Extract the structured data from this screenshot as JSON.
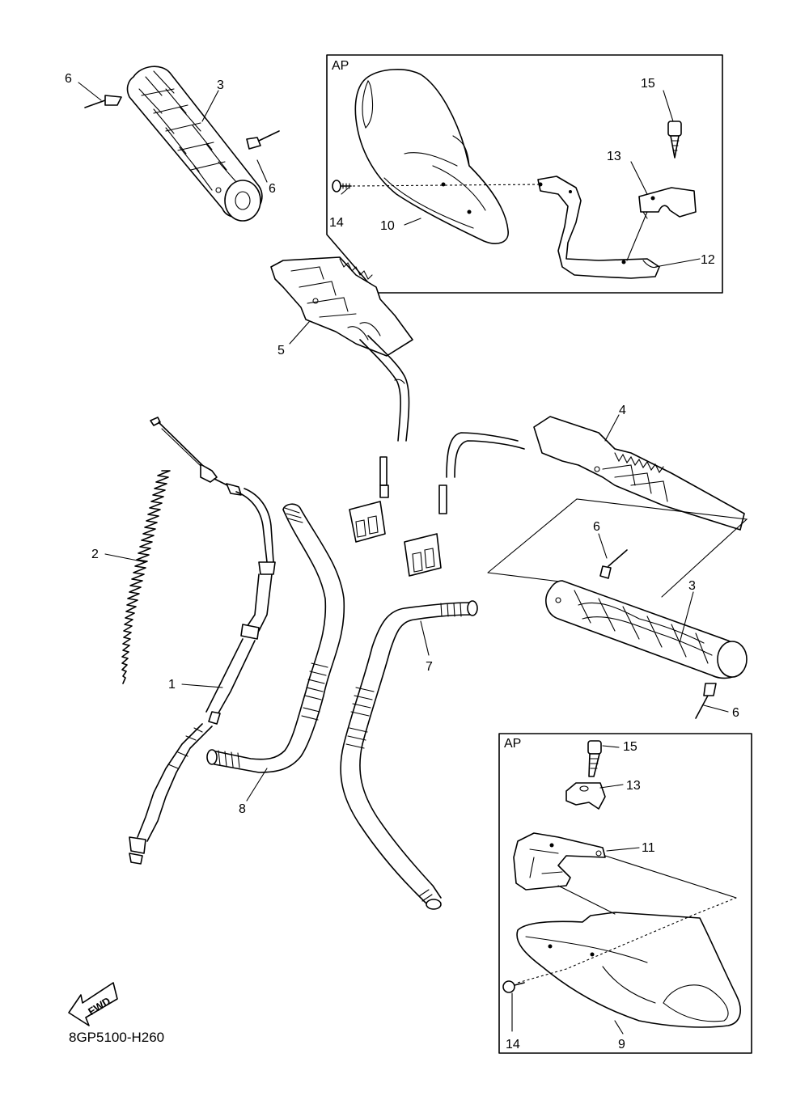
{
  "diagram_code": "8GP5100-H260",
  "fwd_label": "FWD",
  "box_top": {
    "label": "AP"
  },
  "box_bottom": {
    "label": "AP"
  },
  "callouts": {
    "c1": "1",
    "c2": "2",
    "c3a": "3",
    "c3b": "3",
    "c4": "4",
    "c5": "5",
    "c6a": "6",
    "c6b": "6",
    "c6c": "6",
    "c6d": "6",
    "c7": "7",
    "c8": "8",
    "c9": "9",
    "c10": "10",
    "c11": "11",
    "c12": "12",
    "c13a": "13",
    "c13b": "13",
    "c14a": "14",
    "c14b": "14",
    "c15a": "15",
    "c15b": "15"
  }
}
